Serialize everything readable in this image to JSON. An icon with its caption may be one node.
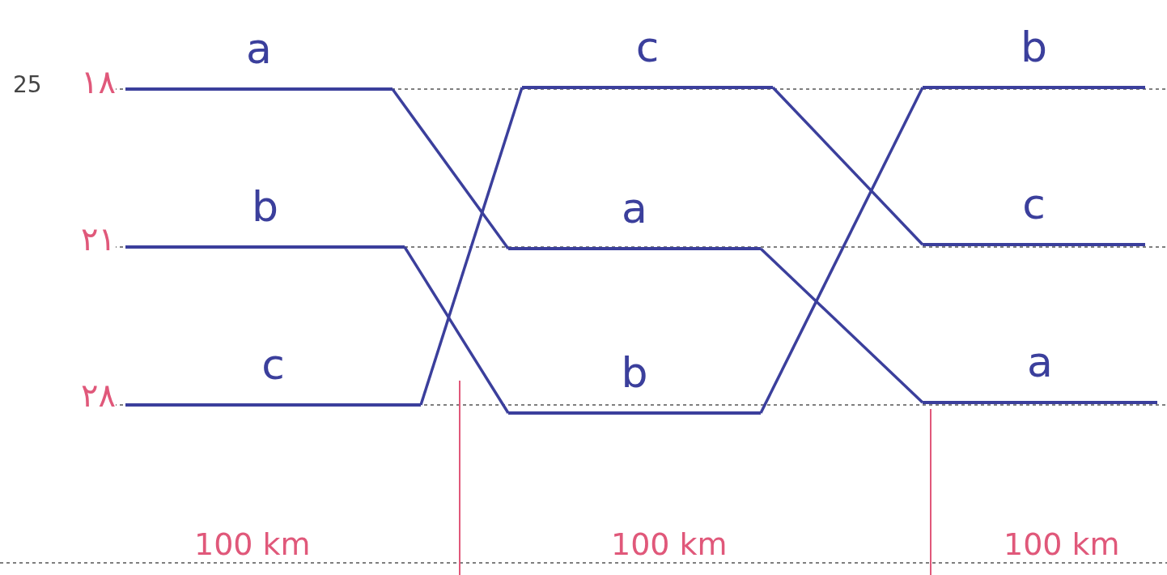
{
  "diagram": {
    "nodes": [
      {
        "text": [
          "a"
        ]
      },
      {
        "text": [
          "b"
        ]
      },
      {
        "text": [
          "c"
        ]
      },
      {
        "text": [
          "c"
        ]
      },
      {
        "text": [
          "a"
        ]
      },
      {
        "text": [
          "b"
        ]
      },
      {
        "text": [
          "b"
        ]
      },
      {
        "text": [
          "c"
        ]
      },
      {
        "text": [
          "a"
        ]
      }
    ],
    "edges": [
      {
        "from": 0,
        "to": 4,
        "arrow": "none"
      },
      {
        "from": 1,
        "to": 5,
        "arrow": "none"
      },
      {
        "from": 2,
        "to": 3,
        "arrow": "none"
      },
      {
        "from": 3,
        "to": 7,
        "arrow": "none"
      },
      {
        "from": 4,
        "to": 8,
        "arrow": "none"
      },
      {
        "from": 5,
        "to": 6,
        "arrow": "none"
      }
    ],
    "labels": [
      "25",
      "۱۸",
      "۲۱",
      "۲۸",
      "100 km",
      "100 km",
      "100 km"
    ]
  }
}
